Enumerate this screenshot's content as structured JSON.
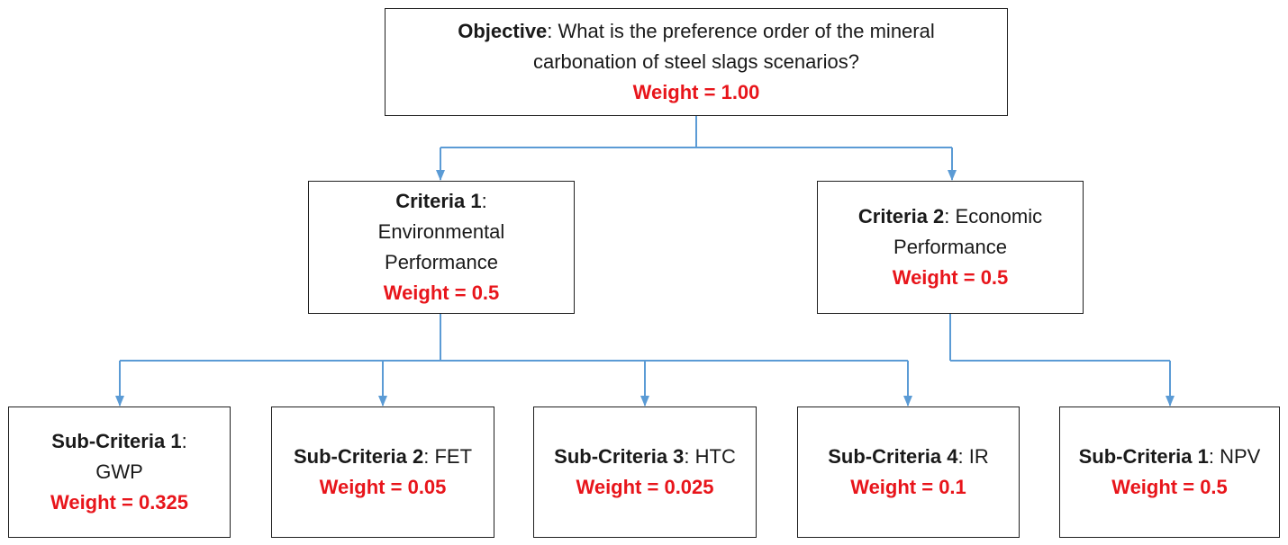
{
  "colors": {
    "connector": "#5b9bd5",
    "weight_text": "#e8151b",
    "border": "#1f1f1f"
  },
  "objective": {
    "label": "Objective",
    "text_line1": "What is the preference order of the mineral",
    "text_line2": "carbonation of steel slags scenarios?",
    "weight": "Weight = 1.00"
  },
  "criteria": [
    {
      "label": "Criteria 1",
      "text_line1": "Environmental",
      "text_line2": "Performance",
      "weight": "Weight = 0.5"
    },
    {
      "label": "Criteria 2",
      "text_line1": "Economic",
      "text_line2": "Performance",
      "weight": "Weight = 0.5"
    }
  ],
  "sub_criteria": [
    {
      "label": "Sub-Criteria 1",
      "name": "GWP",
      "weight": "Weight = 0.325"
    },
    {
      "label": "Sub-Criteria 2",
      "name": "FET",
      "weight": "Weight = 0.05"
    },
    {
      "label": "Sub-Criteria 3",
      "name": "HTC",
      "weight": "Weight = 0.025"
    },
    {
      "label": "Sub-Criteria 4",
      "name": "IR",
      "weight": "Weight = 0.1"
    },
    {
      "label": "Sub-Criteria 1",
      "name": "NPV",
      "weight": "Weight = 0.5"
    }
  ]
}
